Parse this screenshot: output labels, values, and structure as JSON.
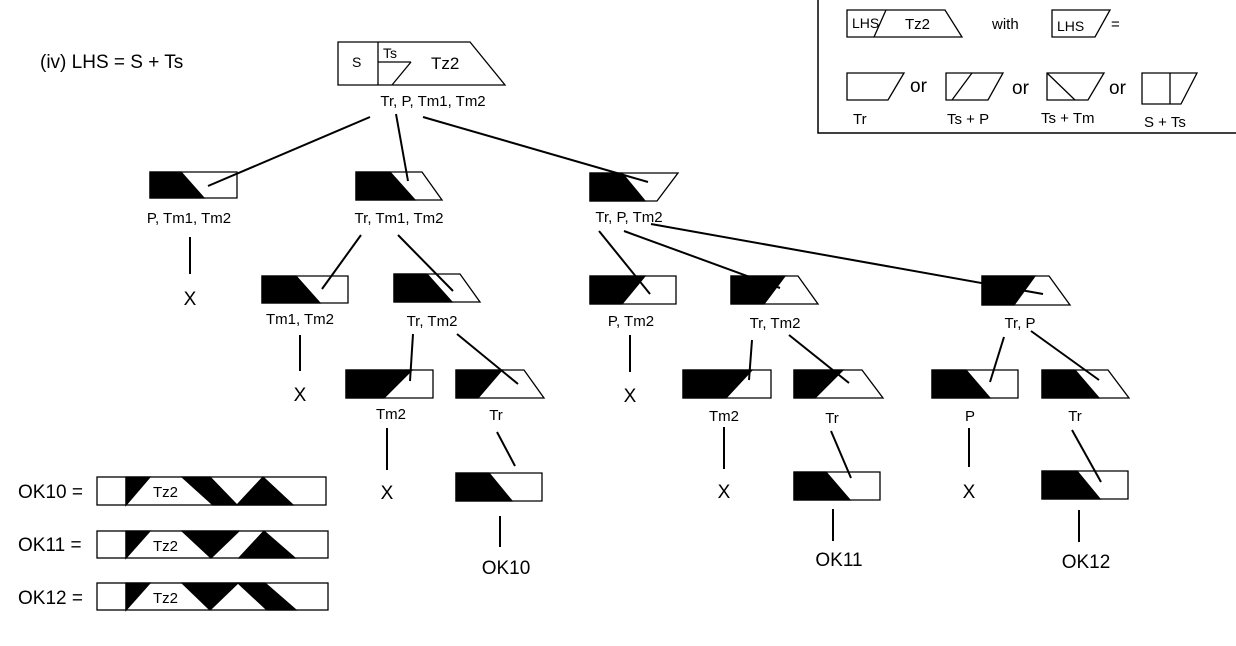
{
  "title": "(iv)  LHS = S + Ts",
  "root": {
    "cells": [
      "S",
      "Ts",
      "Tz2"
    ],
    "label": "Tr, P, Tm1, Tm2"
  },
  "legend": {
    "shape_label_lhs": "LHS",
    "shape_label_tz2": "Tz2",
    "with_text": "with",
    "equals": "=",
    "or_text": "or",
    "options": [
      "Tr",
      "Ts + P",
      "Ts + Tm",
      "S + Ts"
    ]
  },
  "nodes": {
    "n1": "P, Tm1, Tm2",
    "n2": "Tr, Tm1, Tm2",
    "n3": "Tr, P, Tm2",
    "n21": "Tm1, Tm2",
    "n22": "Tr, Tm2",
    "n221": "Tm2",
    "n222": "Tr",
    "n31": "P, Tm2",
    "n32": "Tr, Tm2",
    "n321": "Tm2",
    "n322": "Tr",
    "n33": "Tr, P",
    "n331": "P",
    "n332": "Tr"
  },
  "fail_mark": "X",
  "results": [
    "OK10",
    "OK11",
    "OK12"
  ],
  "definitions": [
    {
      "name": "OK10 =",
      "tz": "Tz2"
    },
    {
      "name": "OK11 =",
      "tz": "Tz2"
    },
    {
      "name": "OK12 =",
      "tz": "Tz2"
    }
  ],
  "colors": {
    "ink": "#000000",
    "background": "#ffffff"
  }
}
